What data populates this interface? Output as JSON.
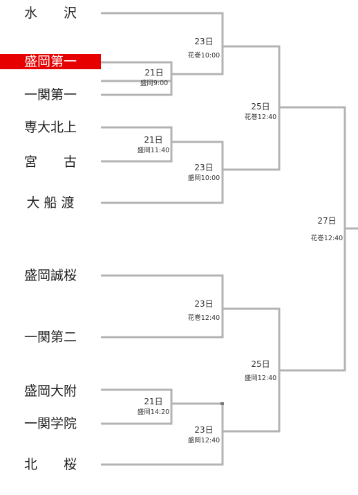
{
  "teams": [
    {
      "name": "水　　沢",
      "highlighted": false
    },
    {
      "name": "盛岡第一",
      "highlighted": true
    },
    {
      "name": "一関第一",
      "highlighted": false
    },
    {
      "name": "専大北上",
      "highlighted": false
    },
    {
      "name": "宮　　古",
      "highlighted": false
    },
    {
      "name": "大 船 渡",
      "highlighted": false
    },
    {
      "name": "盛岡誠桜",
      "highlighted": false
    },
    {
      "name": "一関第二",
      "highlighted": false
    },
    {
      "name": "盛岡大附",
      "highlighted": false
    },
    {
      "name": "一関学院",
      "highlighted": false
    },
    {
      "name": "北　　桜",
      "highlighted": false
    }
  ],
  "matches": [
    {
      "day": "21日",
      "venue": "盛岡9:00"
    },
    {
      "day": "21日",
      "venue": "盛岡11:40"
    },
    {
      "day": "21日",
      "venue": "盛岡14:20"
    },
    {
      "day": "23日",
      "venue": "花巻10:00"
    },
    {
      "day": "23日",
      "venue": "盛岡10:00"
    },
    {
      "day": "23日",
      "venue": "花巻12:40"
    },
    {
      "day": "23日",
      "venue": "盛岡12:40"
    },
    {
      "day": "25日",
      "venue": "花巻12:40"
    },
    {
      "day": "25日",
      "venue": "盛岡12:40"
    },
    {
      "day": "27日",
      "venue": "花巻12:40"
    }
  ],
  "colors": {
    "line": "#b3b3b3",
    "highlight": "#e60000"
  }
}
